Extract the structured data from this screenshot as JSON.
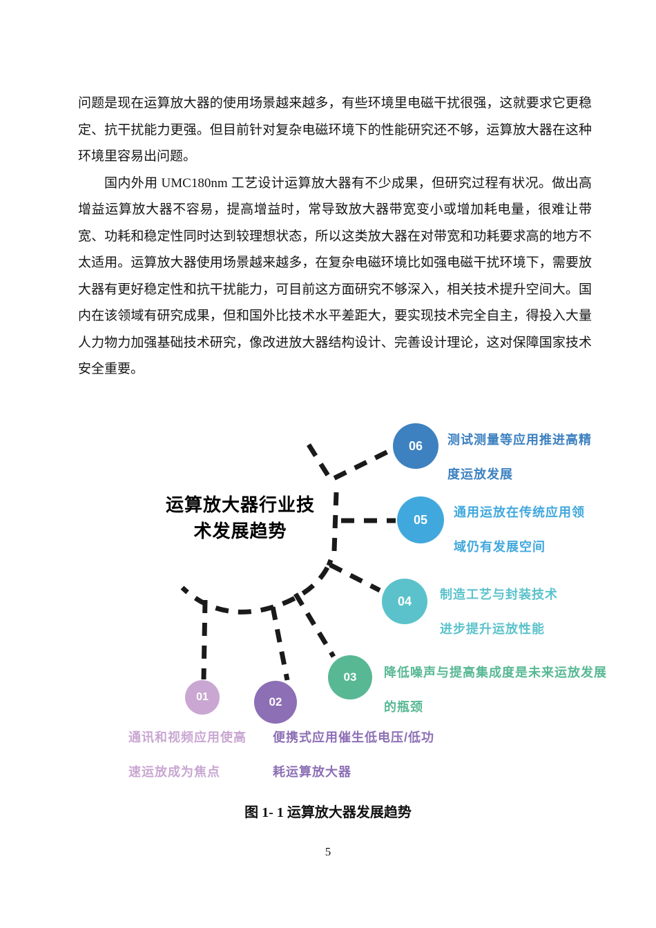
{
  "page": {
    "paragraph1": "问题是现在运算放大器的使用场景越来越多，有些环境里电磁干扰很强，这就要求它更稳定、抗干扰能力更强。但目前针对复杂电磁环境下的性能研究还不够，运算放大器在这种环境里容易出问题。",
    "paragraph2": "国内外用 UMC180nm 工艺设计运算放大器有不少成果，但研究过程有状况。做出高增益运算放大器不容易，提高增益时，常导致放大器带宽变小或增加耗电量，很难让带宽、功耗和稳定性同时达到较理想状态，所以这类放大器在对带宽和功耗要求高的地方不太适用。运算放大器使用场景越来越多，在复杂电磁环境比如强电磁干扰环境下，需要放大器有更好稳定性和抗干扰能力，可目前这方面研究不够深入，相关技术提升空间大。国内在该领域有研究成果，但和国外比技术水平差距大，要实现技术完全自主，得投入大量人力物力加强基础技术研究，像改进放大器结构设计、完善设计理论，这对保障国家技术安全重要。",
    "caption": "图 1- 1 运算放大器发展趋势",
    "page_number": "5"
  },
  "diagram": {
    "title_line1": "运算放大器行业技",
    "title_line2": "术发展趋势",
    "connector_color": "#1a1a1a",
    "nodes": [
      {
        "id": "01",
        "color": "#c9a7d2",
        "label_line1": "通讯和视频应用使高",
        "label_line2": "速运放成为焦点"
      },
      {
        "id": "02",
        "color": "#8d6fb5",
        "label_line1": "便携式应用催生低电压/低功",
        "label_line2": "耗运算放大器"
      },
      {
        "id": "03",
        "color": "#58b894",
        "label_line1": "降低噪声与提高集成度是未来运放发展",
        "label_line2": "的瓶颈"
      },
      {
        "id": "04",
        "color": "#5bc2cb",
        "label_line1": "制造工艺与封装技术",
        "label_line2": "进步提升运放性能"
      },
      {
        "id": "05",
        "color": "#41a8dd",
        "label_line1": "通用运放在传统应用领",
        "label_line2": "域仍有发展空间"
      },
      {
        "id": "06",
        "color": "#3d81c0",
        "label_line1": "测试测量等应用推进高精",
        "label_line2": "度运放发展"
      }
    ]
  }
}
